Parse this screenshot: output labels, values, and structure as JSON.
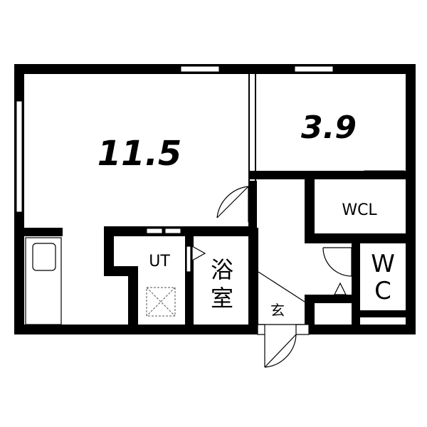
{
  "rooms": {
    "main_room_area": "11.5",
    "second_room_area": "3.9",
    "walk_in_closet": "WCL",
    "utility": "UT",
    "bath_line1": "浴",
    "bath_line2": "室",
    "entrance": "玄",
    "toilet_line1": "W",
    "toilet_line2": "C"
  },
  "colors": {
    "wall": "#000000",
    "background": "#ffffff",
    "fixture": "#555555"
  }
}
